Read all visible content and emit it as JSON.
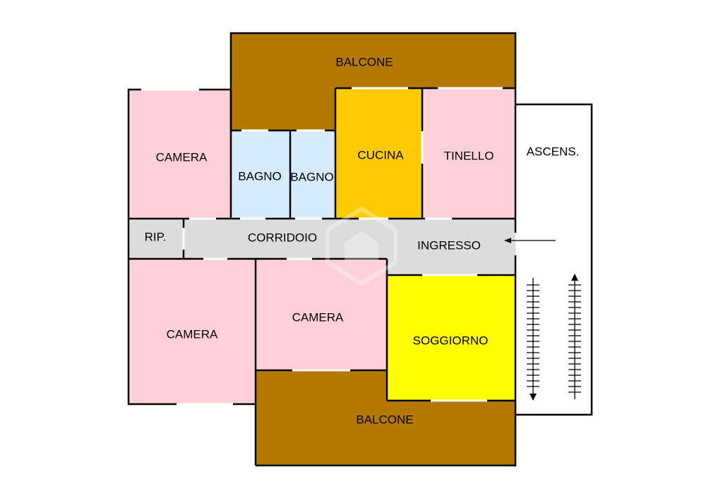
{
  "floorplan": {
    "rooms": {
      "balcone_top": {
        "label": "BALCONE",
        "color": "#b57800"
      },
      "balcone_bottom": {
        "label": "BALCONE",
        "color": "#b57800"
      },
      "camera_top_left": {
        "label": "CAMERA",
        "color": "#ffd0da"
      },
      "bagno_1": {
        "label": "BAGNO",
        "color": "#d6ebfb"
      },
      "bagno_2": {
        "label": "BAGNO",
        "color": "#d6ebfb"
      },
      "cucina": {
        "label": "CUCINA",
        "color": "#ffcb00"
      },
      "tinello": {
        "label": "TINELLO",
        "color": "#ffd0da"
      },
      "ripostiglio": {
        "label": "RIP.",
        "color": "#dcdcdc"
      },
      "corridoio": {
        "label": "CORRIDOIO",
        "color": "#dcdcdc"
      },
      "ingresso": {
        "label": "INGRESSO",
        "color": "#dcdcdc"
      },
      "camera_bottom_left": {
        "label": "CAMERA",
        "color": "#ffd0da"
      },
      "camera_middle": {
        "label": "CAMERA",
        "color": "#ffd0da"
      },
      "soggiorno": {
        "label": "SOGGIORNO",
        "color": "#ffff00"
      },
      "ascensore": {
        "label": "ASCENS.",
        "color": "#ffffff"
      }
    },
    "stair_arrows": [
      "down",
      "up"
    ],
    "entry_arrow": "left"
  }
}
